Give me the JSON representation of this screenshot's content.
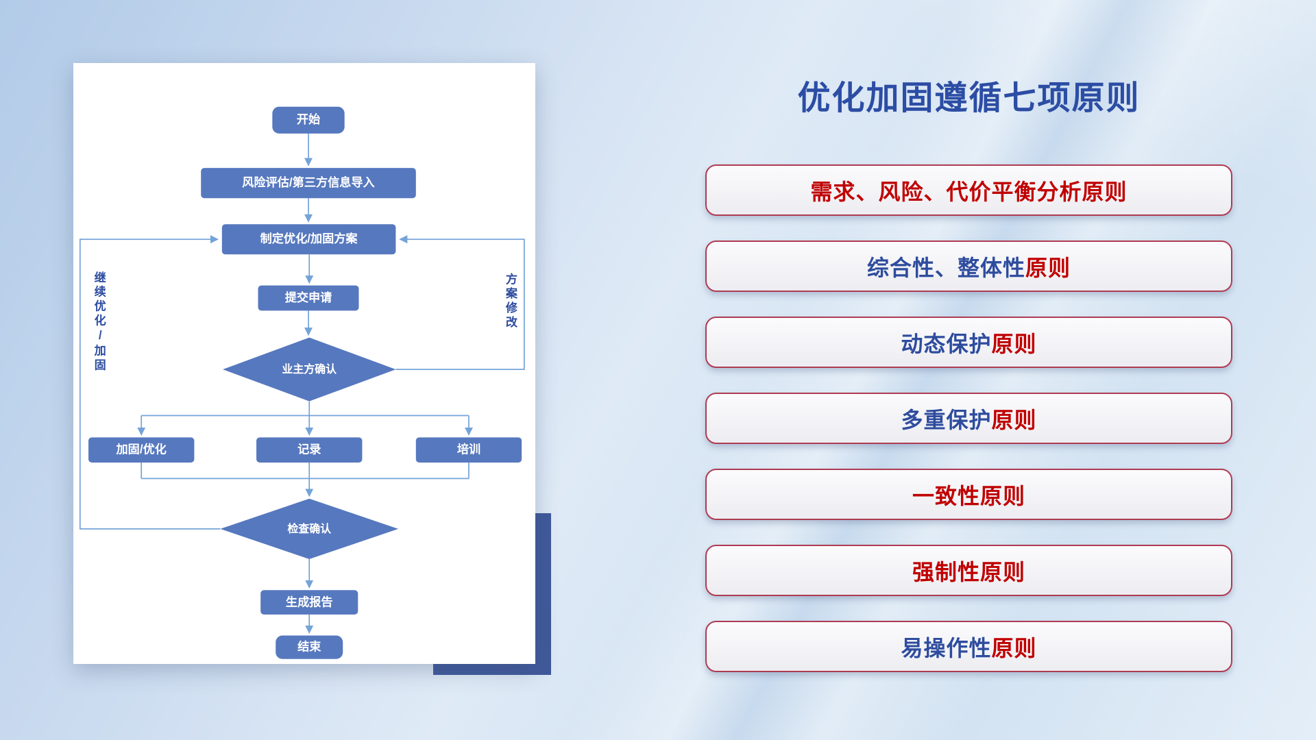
{
  "slide": {
    "title": "优化加固遵循七项原则"
  },
  "flowchart": {
    "nodes": {
      "start": "开始",
      "risk_import": "风险评估/第三方信息导入",
      "make_plan": "制定优化/加固方案",
      "submit": "提交申请",
      "owner_confirm": "业主方确认",
      "harden_optimize": "加固/优化",
      "record": "记录",
      "training": "培训",
      "check_confirm": "检查确认",
      "report": "生成报告",
      "end": "结束"
    },
    "loop_labels": {
      "continue_optimize": "继续优化/加固",
      "plan_revise": "方案修改"
    }
  },
  "principles": [
    {
      "segments": [
        {
          "text": "需求、风险、代价平衡分析原则",
          "color": "#C00000"
        }
      ]
    },
    {
      "segments": [
        {
          "text": "综合性、整体性",
          "color": "#2E4C9E"
        },
        {
          "text": "原则",
          "color": "#C00000"
        }
      ]
    },
    {
      "segments": [
        {
          "text": "动态保护",
          "color": "#2E4C9E"
        },
        {
          "text": "原则",
          "color": "#C00000"
        }
      ]
    },
    {
      "segments": [
        {
          "text": "多重保护",
          "color": "#2E4C9E"
        },
        {
          "text": "原则",
          "color": "#C00000"
        }
      ]
    },
    {
      "segments": [
        {
          "text": "一致性原则",
          "color": "#C00000"
        }
      ]
    },
    {
      "segments": [
        {
          "text": "强制性原则",
          "color": "#C00000"
        }
      ]
    },
    {
      "segments": [
        {
          "text": "易操作性",
          "color": "#2E4C9E"
        },
        {
          "text": "原则",
          "color": "#C00000"
        }
      ]
    }
  ],
  "colors": {
    "title_blue": "#2C4DA4",
    "principle_blue": "#2E4C9E",
    "principle_red": "#C00000",
    "pill_border": "#AE3B52",
    "node_fill": "#5678BE",
    "connector": "#74A3D8",
    "shadow_block": "#40599A"
  }
}
